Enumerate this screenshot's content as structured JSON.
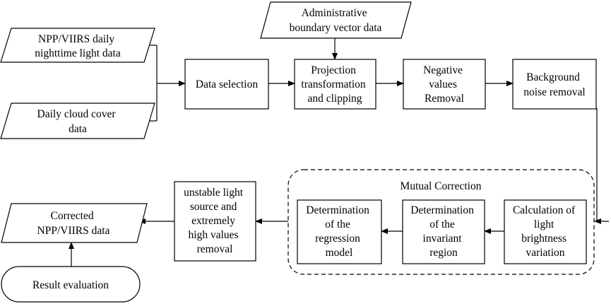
{
  "nodes": {
    "npp_daily": {
      "shape": "parallelogram",
      "lines": [
        "NPP/VIIRS daily",
        "nighttime light data"
      ]
    },
    "cloud": {
      "shape": "parallelogram",
      "lines": [
        "Daily cloud cover",
        "data"
      ]
    },
    "admin": {
      "shape": "parallelogram",
      "lines": [
        "Administrative",
        "boundary vector data"
      ]
    },
    "selection": {
      "shape": "rect",
      "lines": [
        "Data selection"
      ]
    },
    "projection": {
      "shape": "rect",
      "lines": [
        "Projection",
        "transformation",
        "and clipping"
      ]
    },
    "negative": {
      "shape": "rect",
      "lines": [
        "Negative",
        "values",
        "Removal"
      ]
    },
    "background": {
      "shape": "rect",
      "lines": [
        "Background",
        "noise removal"
      ]
    },
    "brightness": {
      "shape": "rect",
      "lines": [
        "Calculation of",
        "light",
        "brightness",
        "variation"
      ]
    },
    "invariant": {
      "shape": "rect",
      "lines": [
        "Determination",
        "of the",
        "invariant",
        "region"
      ]
    },
    "regression": {
      "shape": "rect",
      "lines": [
        "Determination",
        "of the",
        "regression",
        "model"
      ]
    },
    "unstable": {
      "shape": "rect",
      "lines": [
        "unstable light",
        "source and",
        "extremely",
        "high values",
        "removal"
      ]
    },
    "corrected": {
      "shape": "parallelogram",
      "lines": [
        "Corrected",
        "NPP/VIIRS data"
      ]
    },
    "evaluation": {
      "shape": "terminator",
      "lines": [
        "Result evaluation"
      ]
    }
  },
  "groups": {
    "mutual": {
      "label": "Mutual Correction",
      "border": "dashed"
    }
  },
  "edges": [
    {
      "from": "npp_daily",
      "to": "selection"
    },
    {
      "from": "cloud",
      "to": "selection"
    },
    {
      "from": "selection",
      "to": "projection"
    },
    {
      "from": "admin",
      "to": "projection"
    },
    {
      "from": "projection",
      "to": "negative"
    },
    {
      "from": "negative",
      "to": "background"
    },
    {
      "from": "background",
      "to": "brightness"
    },
    {
      "from": "brightness",
      "to": "invariant"
    },
    {
      "from": "invariant",
      "to": "regression"
    },
    {
      "from": "mutual",
      "to": "unstable"
    },
    {
      "from": "unstable",
      "to": "corrected"
    },
    {
      "from": "evaluation",
      "to": "corrected"
    }
  ],
  "colors": {
    "stroke": "#000000",
    "fill": "#ffffff",
    "text": "#000000"
  }
}
